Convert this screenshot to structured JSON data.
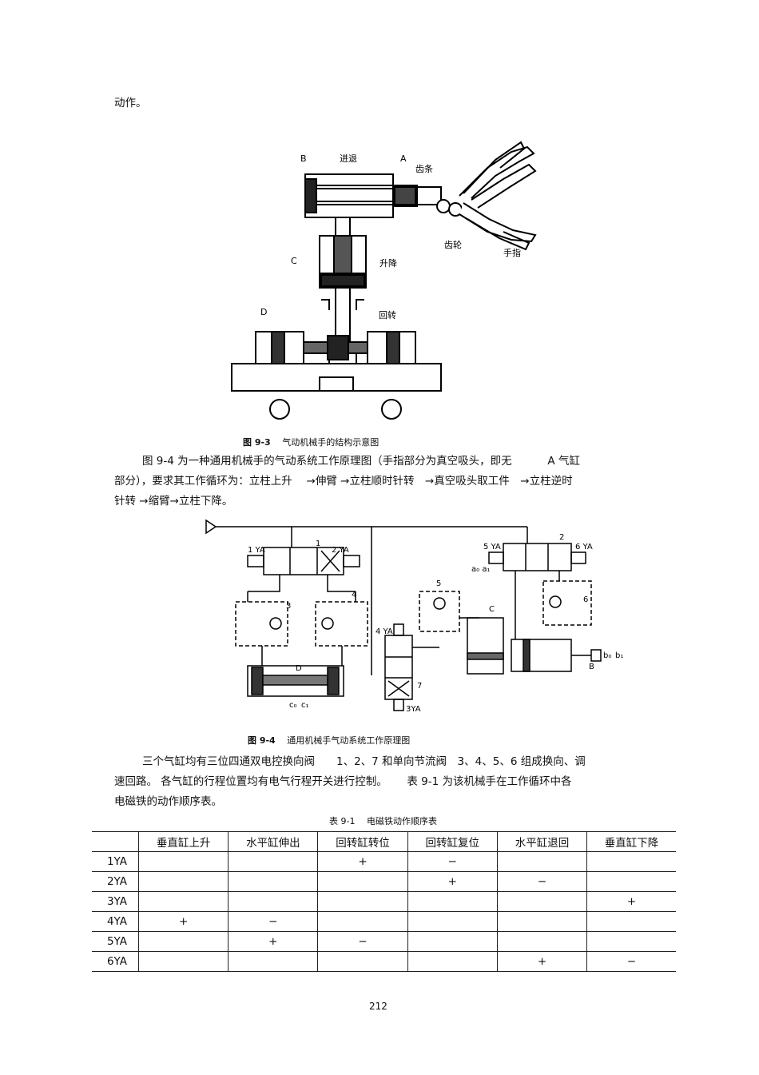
{
  "top_text": "动作。",
  "fig1": {
    "caption_num": "图 9-3",
    "caption_text": "气动机械手的结构示意图",
    "labels": {
      "B": "B",
      "advance": "进退",
      "A": "A",
      "rack": "齿条",
      "C": "C",
      "lift": "升降",
      "D": "D",
      "rotate": "回转",
      "gear": "齿轮",
      "finger": "手指"
    }
  },
  "para1": {
    "line1": "图 9-4 为一种通用机械手的气动系统工作原理图（手指部分为真空吸头，即无　　　 A 气缸",
    "line2": "部分），要求其工作循环为：立柱上升　 →伸臂 →立柱顺时针转　→真空吸头取工件　→立柱逆时",
    "line3": "针转 →缩臂→立柱下降。"
  },
  "fig2": {
    "caption_num": "图 9-4",
    "caption_text": "通用机械手气动系统工作原理图",
    "labels": {
      "v1": "1",
      "v2": "2",
      "v3": "3",
      "v4": "4",
      "v5": "5",
      "v6": "6",
      "v7": "7",
      "ya1": "1 YA",
      "ya2": "2 YA",
      "ya3": "3YA",
      "ya4": "4 YA",
      "ya5": "5 YA",
      "ya6": "6 YA",
      "C": "C",
      "D": "D",
      "B": "B",
      "c0": "c₀",
      "c1": "c₁",
      "a": "a₀ a₁",
      "b0": "b₀",
      "b1": "b₁"
    }
  },
  "para2": {
    "line1": "三个气缸均有三位四通双电控换向阀　　1、2、7 和单向节流阀　3、4、5、6 组成换向、调",
    "line2": "速回路。 各气缸的行程位置均有电气行程开关进行控制。　　 表 9-1 为该机械手在工作循环中各",
    "line3": "电磁铁的动作顺序表。"
  },
  "table": {
    "caption_num": "表 9-1",
    "caption_text": "电磁铁动作顺序表",
    "headers": [
      "",
      "垂直缸上升",
      "水平缸伸出",
      "回转缸转位",
      "回转缸复位",
      "水平缸退回",
      "垂直缸下降"
    ],
    "rows": [
      [
        "1YA",
        "",
        "",
        "+",
        "−",
        "",
        ""
      ],
      [
        "2YA",
        "",
        "",
        "",
        "+",
        "−",
        ""
      ],
      [
        "3YA",
        "",
        "",
        "",
        "",
        "",
        "+"
      ],
      [
        "4YA",
        "+",
        "−",
        "",
        "",
        "",
        ""
      ],
      [
        "5YA",
        "",
        "+",
        "−",
        "",
        "",
        ""
      ],
      [
        "6YA",
        "",
        "",
        "",
        "",
        "+",
        "−"
      ]
    ]
  },
  "page_number": "212"
}
